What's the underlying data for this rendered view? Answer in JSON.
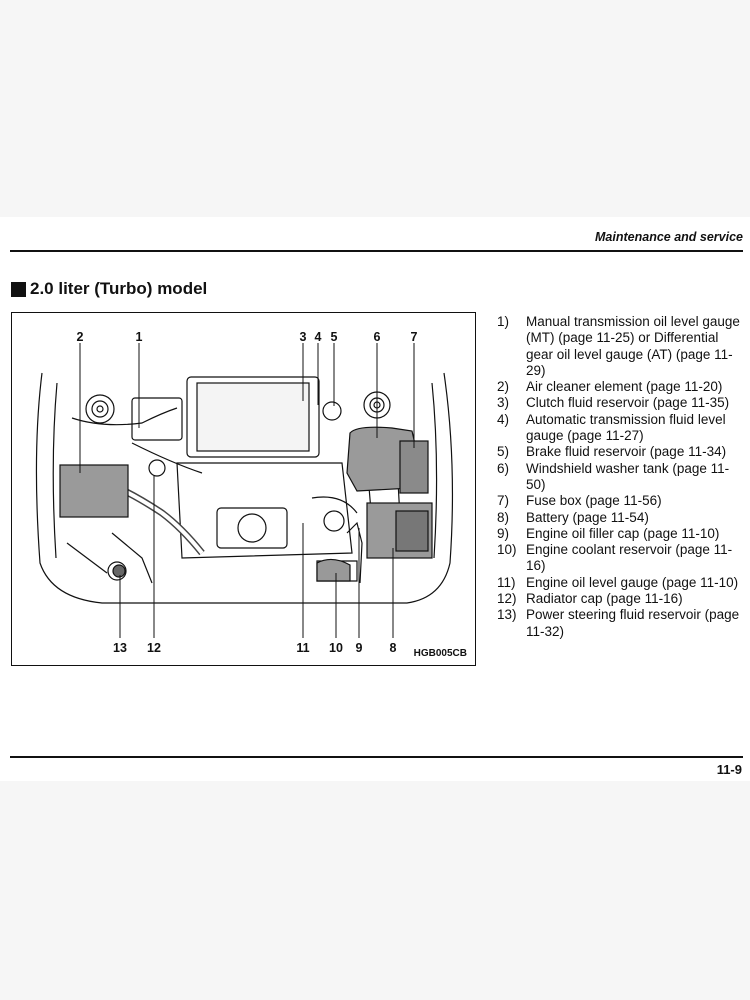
{
  "header": {
    "running_head": "Maintenance and service"
  },
  "section": {
    "title": "2.0 liter (Turbo) model"
  },
  "figure": {
    "code": "HGB005CB",
    "callouts_top": [
      "2",
      "1",
      "3",
      "4",
      "5",
      "6",
      "7"
    ],
    "callouts_bottom": [
      "13",
      "12",
      "11",
      "10",
      "9",
      "8"
    ]
  },
  "legend": {
    "items": [
      {
        "num": "1)",
        "text": "Manual transmission oil level gauge (MT) (page 11-25) or Differential gear oil level gauge (AT) (page 11-29)"
      },
      {
        "num": "2)",
        "text": "Air cleaner element (page 11-20)"
      },
      {
        "num": "3)",
        "text": "Clutch fluid reservoir (page 11-35)"
      },
      {
        "num": "4)",
        "text": "Automatic transmission fluid level gauge (page 11-27)"
      },
      {
        "num": "5)",
        "text": "Brake fluid reservoir (page 11-34)"
      },
      {
        "num": "6)",
        "text": "Windshield washer tank (page 11-50)"
      },
      {
        "num": "7)",
        "text": "Fuse box (page 11-56)"
      },
      {
        "num": "8)",
        "text": "Battery (page 11-54)"
      },
      {
        "num": "9)",
        "text": "Engine oil filler cap (page 11-10)"
      },
      {
        "num": "10)",
        "text": "Engine coolant reservoir (page 11-16)"
      },
      {
        "num": "11)",
        "text": "Engine oil level gauge (page 11-10)"
      },
      {
        "num": "12)",
        "text": "Radiator cap (page 11-16)"
      },
      {
        "num": "13)",
        "text": "Power steering fluid reservoir (page 11-32)"
      }
    ]
  },
  "footer": {
    "page_number": "11-9"
  }
}
